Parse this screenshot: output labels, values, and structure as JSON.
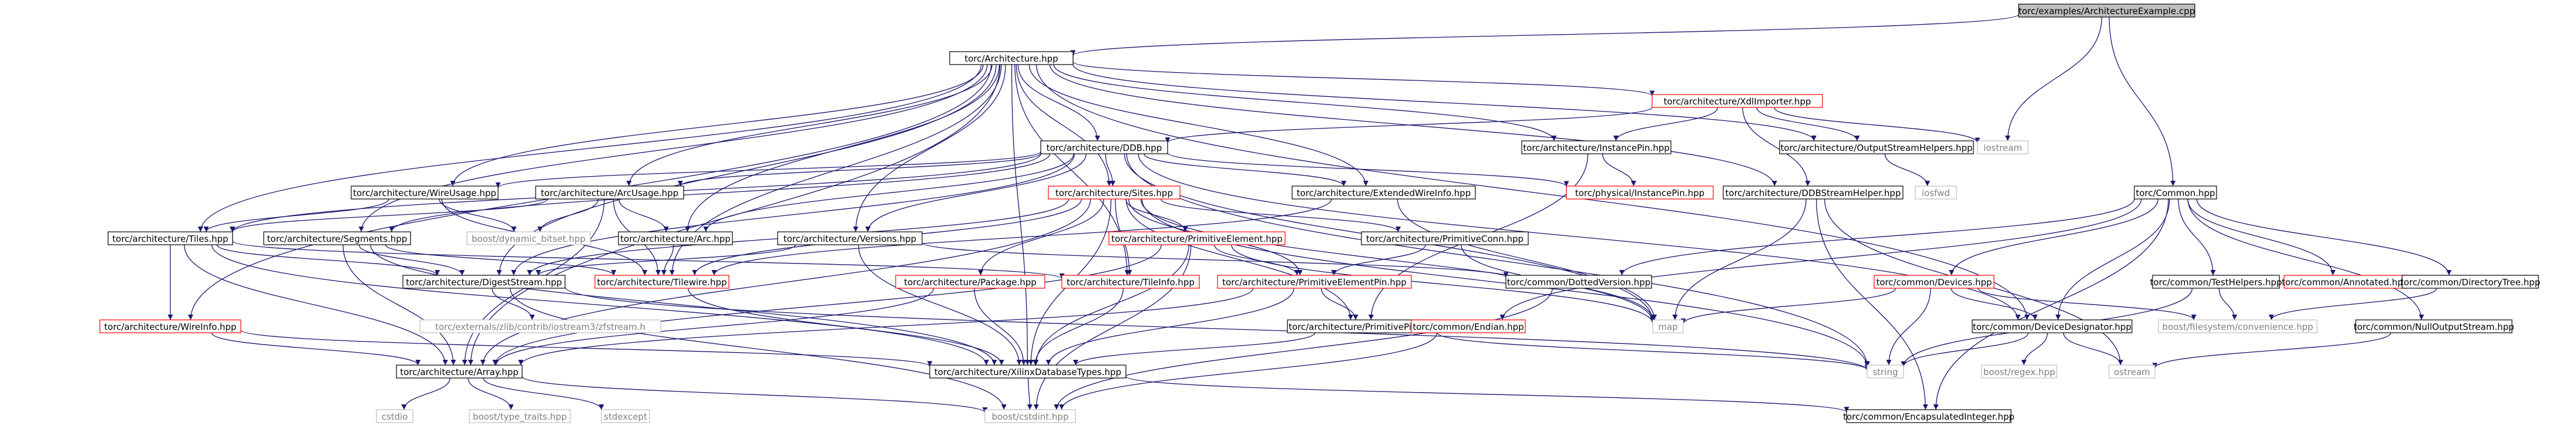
{
  "graph": {
    "colors": {
      "edge": "#191970",
      "node_border": "#000000",
      "node_border_external": "#bfbfbf",
      "node_border_missing": "#ff0000",
      "node_fill": "#ffffff",
      "root_fill": "#bfbfbf",
      "text": "#000000",
      "text_external": "#7f7f7f"
    },
    "nodes": [
      {
        "id": "root",
        "label": "torc/examples/ArchitectureExample.cpp",
        "kind": "root"
      },
      {
        "id": "arch",
        "label": "torc/Architecture.hpp",
        "kind": "normal"
      },
      {
        "id": "xdlimp",
        "label": "torc/architecture/XdlImporter.hpp",
        "kind": "missing"
      },
      {
        "id": "ddb",
        "label": "torc/architecture/DDB.hpp",
        "kind": "normal"
      },
      {
        "id": "instpin",
        "label": "torc/architecture/InstancePin.hpp",
        "kind": "normal"
      },
      {
        "id": "outhelp",
        "label": "torc/architecture/OutputStreamHelpers.hpp",
        "kind": "normal"
      },
      {
        "id": "iostream",
        "label": "iostream",
        "kind": "external"
      },
      {
        "id": "iosfwd",
        "label": "iosfwd",
        "kind": "external"
      },
      {
        "id": "physpin",
        "label": "torc/physical/InstancePin.hpp",
        "kind": "missing"
      },
      {
        "id": "ddbhelp",
        "label": "torc/architecture/DDBStreamHelper.hpp",
        "kind": "normal"
      },
      {
        "id": "extwire",
        "label": "torc/architecture/ExtendedWireInfo.hpp",
        "kind": "normal"
      },
      {
        "id": "sites",
        "label": "torc/architecture/Sites.hpp",
        "kind": "missing"
      },
      {
        "id": "wireusage",
        "label": "torc/architecture/WireUsage.hpp",
        "kind": "normal"
      },
      {
        "id": "arcusage",
        "label": "torc/architecture/ArcUsage.hpp",
        "kind": "normal"
      },
      {
        "id": "bdynbit",
        "label": "boost/dynamic_bitset.hpp",
        "kind": "external"
      },
      {
        "id": "tiles",
        "label": "torc/architecture/Tiles.hpp",
        "kind": "normal"
      },
      {
        "id": "segments",
        "label": "torc/architecture/Segments.hpp",
        "kind": "normal"
      },
      {
        "id": "archarc",
        "label": "torc/architecture/Arc.hpp",
        "kind": "normal"
      },
      {
        "id": "versions",
        "label": "torc/architecture/Versions.hpp",
        "kind": "normal"
      },
      {
        "id": "primelem",
        "label": "torc/architecture/PrimitiveElement.hpp",
        "kind": "missing"
      },
      {
        "id": "primconn",
        "label": "torc/architecture/PrimitiveConn.hpp",
        "kind": "normal"
      },
      {
        "id": "tilewire",
        "label": "torc/architecture/Tilewire.hpp",
        "kind": "missing"
      },
      {
        "id": "digest",
        "label": "torc/architecture/DigestStream.hpp",
        "kind": "normal"
      },
      {
        "id": "zfstream",
        "label": "torc/externals/zlib/contrib/iostream3/zfstream.h",
        "kind": "external"
      },
      {
        "id": "wireinfo",
        "label": "torc/architecture/WireInfo.hpp",
        "kind": "missing"
      },
      {
        "id": "package",
        "label": "torc/architecture/Package.hpp",
        "kind": "missing"
      },
      {
        "id": "tileinfo",
        "label": "torc/architecture/TileInfo.hpp",
        "kind": "missing"
      },
      {
        "id": "primelempin",
        "label": "torc/architecture/PrimitiveElementPin.hpp",
        "kind": "missing"
      },
      {
        "id": "primpin",
        "label": "torc/architecture/PrimitivePin.hpp",
        "kind": "normal"
      },
      {
        "id": "endian",
        "label": "torc/common/Endian.hpp",
        "kind": "missing"
      },
      {
        "id": "array",
        "label": "torc/architecture/Array.hpp",
        "kind": "normal"
      },
      {
        "id": "xilinxdb",
        "label": "torc/architecture/XilinxDatabaseTypes.hpp",
        "kind": "normal"
      },
      {
        "id": "cstdio",
        "label": "cstdio",
        "kind": "external"
      },
      {
        "id": "typetraits",
        "label": "boost/type_traits.hpp",
        "kind": "external"
      },
      {
        "id": "stdexcept",
        "label": "stdexcept",
        "kind": "external"
      },
      {
        "id": "cstdint",
        "label": "boost/cstdint.hpp",
        "kind": "external"
      },
      {
        "id": "dotted",
        "label": "torc/common/DottedVersion.hpp",
        "kind": "normal"
      },
      {
        "id": "map",
        "label": "map",
        "kind": "external"
      },
      {
        "id": "common",
        "label": "torc/Common.hpp",
        "kind": "normal"
      },
      {
        "id": "devices",
        "label": "torc/common/Devices.hpp",
        "kind": "missing"
      },
      {
        "id": "testhelp",
        "label": "torc/common/TestHelpers.hpp",
        "kind": "normal"
      },
      {
        "id": "annotated",
        "label": "torc/common/Annotated.hpp",
        "kind": "missing"
      },
      {
        "id": "dirtree",
        "label": "torc/common/DirectoryTree.hpp",
        "kind": "normal"
      },
      {
        "id": "devdesig",
        "label": "torc/common/DeviceDesignator.hpp",
        "kind": "normal"
      },
      {
        "id": "bfsconv",
        "label": "boost/filesystem/convenience.hpp",
        "kind": "external"
      },
      {
        "id": "string",
        "label": "string",
        "kind": "external"
      },
      {
        "id": "bregex",
        "label": "boost/regex.hpp",
        "kind": "external"
      },
      {
        "id": "ostream",
        "label": "ostream",
        "kind": "external"
      },
      {
        "id": "nullout",
        "label": "torc/common/NullOutputStream.hpp",
        "kind": "normal"
      },
      {
        "id": "encint",
        "label": "torc/common/EncapsulatedInteger.hpp",
        "kind": "normal"
      }
    ],
    "edges": [
      [
        "root",
        "arch"
      ],
      [
        "root",
        "iostream"
      ],
      [
        "root",
        "common"
      ],
      [
        "arch",
        "xdlimp"
      ],
      [
        "arch",
        "ddb"
      ],
      [
        "arch",
        "instpin"
      ],
      [
        "arch",
        "outhelp"
      ],
      [
        "arch",
        "ddbhelp"
      ],
      [
        "arch",
        "extwire"
      ],
      [
        "arch",
        "sites"
      ],
      [
        "arch",
        "wireusage"
      ],
      [
        "arch",
        "arcusage"
      ],
      [
        "arch",
        "tiles"
      ],
      [
        "arch",
        "segments"
      ],
      [
        "arch",
        "archarc"
      ],
      [
        "arch",
        "versions"
      ],
      [
        "arch",
        "tilewire"
      ],
      [
        "arch",
        "digest"
      ],
      [
        "arch",
        "wireinfo"
      ],
      [
        "arch",
        "array"
      ],
      [
        "arch",
        "xilinxdb"
      ],
      [
        "arch",
        "devdesig"
      ],
      [
        "arch",
        "tileinfo"
      ],
      [
        "xdlimp",
        "ddb"
      ],
      [
        "xdlimp",
        "instpin"
      ],
      [
        "xdlimp",
        "outhelp"
      ],
      [
        "xdlimp",
        "ddbhelp"
      ],
      [
        "xdlimp",
        "iostream"
      ],
      [
        "ddb",
        "sites"
      ],
      [
        "ddb",
        "wireusage"
      ],
      [
        "ddb",
        "arcusage"
      ],
      [
        "ddb",
        "tiles"
      ],
      [
        "ddb",
        "segments"
      ],
      [
        "ddb",
        "archarc"
      ],
      [
        "ddb",
        "versions"
      ],
      [
        "ddb",
        "extwire"
      ],
      [
        "ddb",
        "digest"
      ],
      [
        "ddb",
        "devdesig"
      ],
      [
        "ddb",
        "string"
      ],
      [
        "ddb",
        "map"
      ],
      [
        "ddb",
        "physpin"
      ],
      [
        "instpin",
        "physpin"
      ],
      [
        "instpin",
        "primpin"
      ],
      [
        "outhelp",
        "iosfwd"
      ],
      [
        "ddbhelp",
        "map"
      ],
      [
        "ddbhelp",
        "ostream"
      ],
      [
        "ddbhelp",
        "encint"
      ],
      [
        "extwire",
        "tilewire"
      ],
      [
        "extwire",
        "map"
      ],
      [
        "sites",
        "primelem"
      ],
      [
        "sites",
        "primconn"
      ],
      [
        "sites",
        "package"
      ],
      [
        "sites",
        "tileinfo"
      ],
      [
        "sites",
        "primelempin"
      ],
      [
        "sites",
        "primpin"
      ],
      [
        "sites",
        "array"
      ],
      [
        "sites",
        "xilinxdb"
      ],
      [
        "sites",
        "digest"
      ],
      [
        "sites",
        "tilewire"
      ],
      [
        "sites",
        "string"
      ],
      [
        "sites",
        "map"
      ],
      [
        "wireusage",
        "tiles"
      ],
      [
        "wireusage",
        "bdynbit"
      ],
      [
        "wireusage",
        "tilewire"
      ],
      [
        "arcusage",
        "tiles"
      ],
      [
        "arcusage",
        "bdynbit"
      ],
      [
        "arcusage",
        "archarc"
      ],
      [
        "arcusage",
        "tilewire"
      ],
      [
        "arcusage",
        "array"
      ],
      [
        "tiles",
        "wireinfo"
      ],
      [
        "tiles",
        "tileinfo"
      ],
      [
        "tiles",
        "digest"
      ],
      [
        "tiles",
        "array"
      ],
      [
        "tiles",
        "xilinxdb"
      ],
      [
        "segments",
        "array"
      ],
      [
        "segments",
        "tilewire"
      ],
      [
        "segments",
        "digest"
      ],
      [
        "segments",
        "xilinxdb"
      ],
      [
        "archarc",
        "tilewire"
      ],
      [
        "versions",
        "dotted"
      ],
      [
        "versions",
        "xilinxdb"
      ],
      [
        "versions",
        "digest"
      ],
      [
        "primelem",
        "primelempin"
      ],
      [
        "primelem",
        "xilinxdb"
      ],
      [
        "primelem",
        "map"
      ],
      [
        "primelem",
        "cstdint"
      ],
      [
        "primelem",
        "array"
      ],
      [
        "primconn",
        "primelempin"
      ],
      [
        "primconn",
        "map"
      ],
      [
        "tilewire",
        "xilinxdb"
      ],
      [
        "digest",
        "zfstream"
      ],
      [
        "digest",
        "cstdint"
      ],
      [
        "digest",
        "string"
      ],
      [
        "wireinfo",
        "array"
      ],
      [
        "wireinfo",
        "xilinxdb"
      ],
      [
        "package",
        "xilinxdb"
      ],
      [
        "package",
        "array"
      ],
      [
        "tileinfo",
        "xilinxdb"
      ],
      [
        "primelempin",
        "primpin"
      ],
      [
        "primelempin",
        "xilinxdb"
      ],
      [
        "primelempin",
        "array"
      ],
      [
        "primpin",
        "xilinxdb"
      ],
      [
        "primpin",
        "string"
      ],
      [
        "endian",
        "cstdint"
      ],
      [
        "array",
        "cstdio"
      ],
      [
        "array",
        "typetraits"
      ],
      [
        "array",
        "stdexcept"
      ],
      [
        "array",
        "cstdint"
      ],
      [
        "xilinxdb",
        "cstdint"
      ],
      [
        "xilinxdb",
        "encint"
      ],
      [
        "dotted",
        "cstdint"
      ],
      [
        "common",
        "devices"
      ],
      [
        "common",
        "testhelp"
      ],
      [
        "common",
        "annotated"
      ],
      [
        "common",
        "dirtree"
      ],
      [
        "common",
        "devdesig"
      ],
      [
        "common",
        "nullout"
      ],
      [
        "common",
        "endian"
      ],
      [
        "common",
        "dotted"
      ],
      [
        "common",
        "encint"
      ],
      [
        "devices",
        "devdesig"
      ],
      [
        "devices",
        "map"
      ],
      [
        "devices",
        "string"
      ],
      [
        "devices",
        "bfsconv"
      ],
      [
        "testhelp",
        "bfsconv"
      ],
      [
        "testhelp",
        "string"
      ],
      [
        "dirtree",
        "bfsconv"
      ],
      [
        "devdesig",
        "bregex"
      ],
      [
        "devdesig",
        "string"
      ],
      [
        "devdesig",
        "ostream"
      ],
      [
        "nullout",
        "ostream"
      ]
    ]
  }
}
